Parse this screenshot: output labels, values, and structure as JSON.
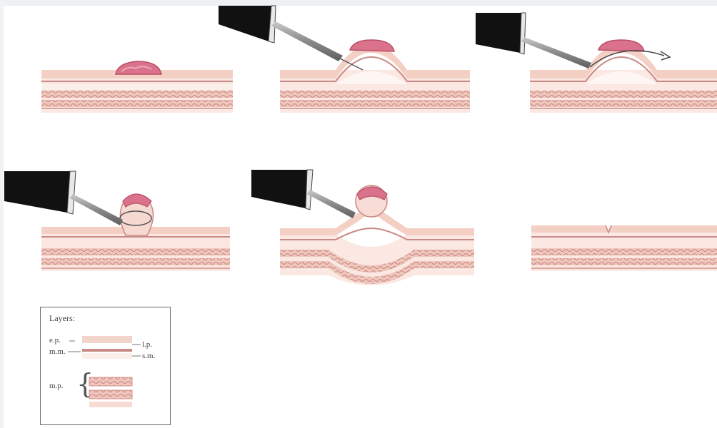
{
  "legend": {
    "title": "Layers:",
    "labels": {
      "ep": "e.p.",
      "mm": "m.m.",
      "lp": "l.p.",
      "sm": "s.m.",
      "mp": "m.p."
    }
  },
  "colors": {
    "tissue_light": "#f6d7cf",
    "tissue_mid": "#efc0b4",
    "tissue_dark": "#d98f86",
    "lesion": "#d9728a",
    "instrument": "#111111",
    "probe": "#8d8d8d"
  },
  "panels": [
    "lesion-on-mucosa",
    "submucosal-injection-elevation",
    "initial-incision",
    "snare-capture",
    "lesion-lift-resection",
    "post-resection-closure"
  ]
}
